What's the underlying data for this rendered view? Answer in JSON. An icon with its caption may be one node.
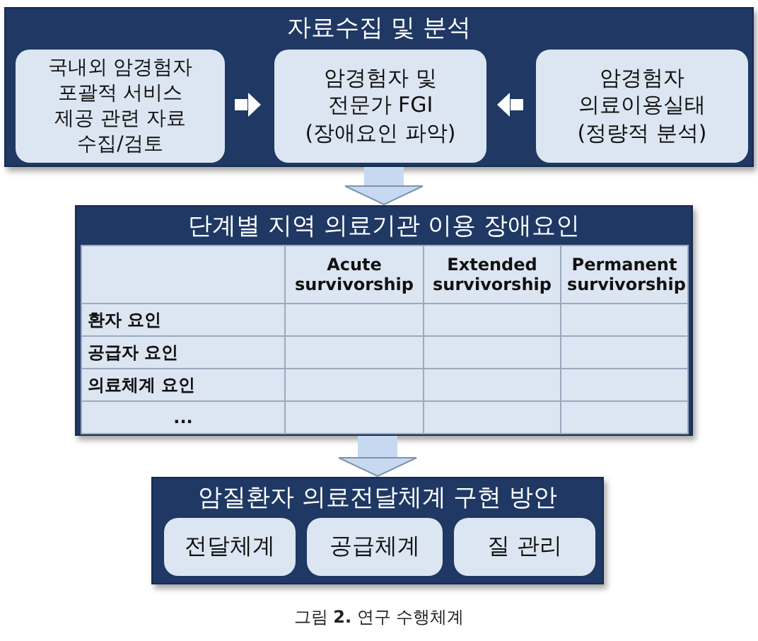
{
  "diagram": {
    "caption": "그림 **2.** 연구 수행체계",
    "nodes": [
      {
        "text": [
          "자료수집 및 분석"
        ]
      },
      {
        "text": [
          "국내외 암경험자 포괄적 서비스 제공 관련 자료 수집/검토"
        ],
        "in": 0
      },
      {
        "text": [
          "암경험자 및 전문가 FGI (장애요인 파악)"
        ],
        "in": 0
      },
      {
        "text": [
          "암경험자 의료이용실태 (정량적 분석)"
        ],
        "in": 0
      },
      {
        "text": [
          "단계별 지역 의료기관 이용 장애요인"
        ]
      },
      {
        "text": [
          "암질환자 의료전달체계 구현 방안"
        ]
      },
      {
        "text": [
          "전달체계"
        ],
        "in": 5
      },
      {
        "text": [
          "공급체계"
        ],
        "in": 5
      },
      {
        "text": [
          "질 관리"
        ],
        "in": 5
      }
    ],
    "edges": [
      {
        "from": 1,
        "to": 2,
        "arrow": "to",
        "color": "#ffffff"
      },
      {
        "from": 3,
        "to": 2,
        "arrow": "to",
        "color": "#ffffff"
      },
      {
        "from": 0,
        "to": 4,
        "arrow": "to",
        "style": "thick",
        "color": "#c6d9f1"
      },
      {
        "from": 4,
        "to": 5,
        "arrow": "to",
        "style": "thick",
        "color": "#c6d9f1"
      }
    ],
    "labels": [
      "Acute survivorship",
      "Extended survivorship",
      "Permanent survivorship",
      "환자 요인",
      "공급자 요인",
      "의료체계 요인",
      "..."
    ]
  }
}
